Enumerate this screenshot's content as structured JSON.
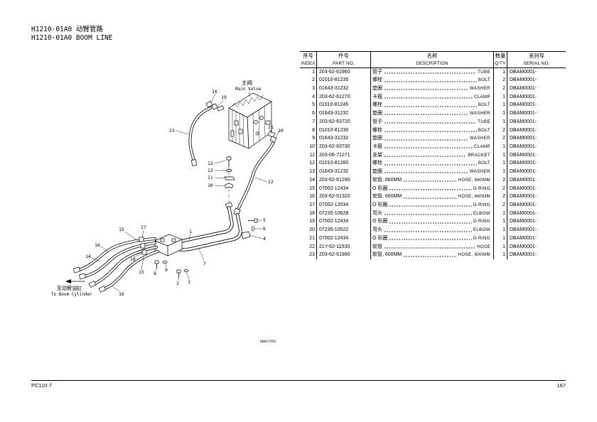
{
  "title": {
    "line1": "H1210-01A0 动臂管路",
    "line2": "H1210-01A0 BOOM LINE"
  },
  "table": {
    "headers": [
      {
        "cn": "序号",
        "en": "INDEX"
      },
      {
        "cn": "件号",
        "en": "PART NO."
      },
      {
        "cn": "名称",
        "en": "DESCRIPTION"
      },
      {
        "cn": "数量",
        "en": "Q'TY"
      },
      {
        "cn": "系列号",
        "en": "SERIAL NO."
      }
    ],
    "rows": [
      {
        "index": "1",
        "part_no": "203-62-61960",
        "desc_cn": "管子",
        "desc_en": "TUBE",
        "qty": "1",
        "serial": "DBAM0001-"
      },
      {
        "index": "2",
        "part_no": "01010-81235",
        "desc_cn": "螺栓",
        "desc_en": "BOLT",
        "qty": "2",
        "serial": "DBAM0001-"
      },
      {
        "index": "3",
        "part_no": "01643-31232",
        "desc_cn": "垫圈",
        "desc_en": "WASHER",
        "qty": "2",
        "serial": "DBAM0001-"
      },
      {
        "index": "4",
        "part_no": "203-62-61270",
        "desc_cn": "卡箍",
        "desc_en": "CLAMP",
        "qty": "1",
        "serial": "DBAM0001-"
      },
      {
        "index": "5",
        "part_no": "01010-81245",
        "desc_cn": "螺栓",
        "desc_en": "BOLT",
        "qty": "1",
        "serial": "DBAM0001-"
      },
      {
        "index": "6",
        "part_no": "01643-31232",
        "desc_cn": "垫圈",
        "desc_en": "WASHER",
        "qty": "1",
        "serial": "DBAM0001-"
      },
      {
        "index": "7",
        "part_no": "203-62-63720",
        "desc_cn": "管子",
        "desc_en": "TUBE",
        "qty": "1",
        "serial": "DBAM0001-"
      },
      {
        "index": "8",
        "part_no": "01010-81230",
        "desc_cn": "螺栓",
        "desc_en": "BOLT",
        "qty": "2",
        "serial": "DBAM0001-"
      },
      {
        "index": "9",
        "part_no": "01643-31232",
        "desc_cn": "垫圈",
        "desc_en": "WASHER",
        "qty": "2",
        "serial": "DBAM0001-"
      },
      {
        "index": "10",
        "part_no": "203-62-63730",
        "desc_cn": "卡箍",
        "desc_en": "CLAMP",
        "qty": "1",
        "serial": "DBAM0001-"
      },
      {
        "index": "11",
        "part_no": "203-06-71271",
        "desc_cn": "支架",
        "desc_en": "BRACKET",
        "qty": "1",
        "serial": "DBAM0001-"
      },
      {
        "index": "12",
        "part_no": "01010-81260",
        "desc_cn": "螺栓",
        "desc_en": "BOLT",
        "qty": "1",
        "serial": "DBAM0001-"
      },
      {
        "index": "13",
        "part_no": "01643-31232",
        "desc_cn": "垫圈",
        "desc_en": "WASHER",
        "qty": "1",
        "serial": "DBAM0001-"
      },
      {
        "index": "14",
        "part_no": "203-62-61290",
        "desc_cn": "软管, 660MM",
        "desc_en": "HOSE, 660MM",
        "qty": "2",
        "serial": "DBAM0001-"
      },
      {
        "index": "15",
        "part_no": "07002-12434",
        "desc_cn": "O 形圈",
        "desc_en": "O-RING",
        "qty": "2",
        "serial": "DBAM0001-"
      },
      {
        "index": "16",
        "part_no": "203-62-61320",
        "desc_cn": "软管, 660MM",
        "desc_en": "HOSE, 660MM",
        "qty": "2",
        "serial": "DBAM0001-"
      },
      {
        "index": "17",
        "part_no": "07002-12034",
        "desc_cn": "O 形圈",
        "desc_en": "O-RING",
        "qty": "2",
        "serial": "DBAM0001-"
      },
      {
        "index": "18",
        "part_no": "07235-10628",
        "desc_cn": "弯头",
        "desc_en": "ELBOW",
        "qty": "1",
        "serial": "DBAM0001-"
      },
      {
        "index": "19",
        "part_no": "07002-12434",
        "desc_cn": "O 形圈",
        "desc_en": "O-RING",
        "qty": "1",
        "serial": "DBAM0001-"
      },
      {
        "index": "20",
        "part_no": "07235-10522",
        "desc_cn": "弯头",
        "desc_en": "ELBOW",
        "qty": "1",
        "serial": "DBAM0001-"
      },
      {
        "index": "21",
        "part_no": "07002-12434",
        "desc_cn": "O 形圈",
        "desc_en": "O-RING",
        "qty": "1",
        "serial": "DBAM0001-"
      },
      {
        "index": "22",
        "part_no": "21Y-62-11530",
        "desc_cn": "软管",
        "desc_en": "HOSE",
        "qty": "1",
        "serial": "DBAM0001-"
      },
      {
        "index": "23",
        "part_no": "203-62-61990",
        "desc_cn": "软管, 600MM",
        "desc_en": "HOSE, 600MM",
        "qty": "1",
        "serial": "DBAM0001-"
      }
    ]
  },
  "diagram": {
    "main_valve_cn": "主阀",
    "main_valve_en": "Main Valve",
    "to_cylinder_cn": "至动臂油缸",
    "to_cylinder_en": "To Boom Cylinder",
    "drawing_code": "D0027956",
    "callouts": [
      "16",
      "19",
      "23",
      "21",
      "20",
      "12",
      "13",
      "11",
      "10",
      "22",
      "5",
      "6",
      "4",
      "1",
      "7",
      "17",
      "15",
      "16",
      "14",
      "18",
      "15",
      "8",
      "9",
      "2",
      "3",
      "16"
    ]
  },
  "footer": {
    "model": "PC110-7",
    "page": "167"
  }
}
